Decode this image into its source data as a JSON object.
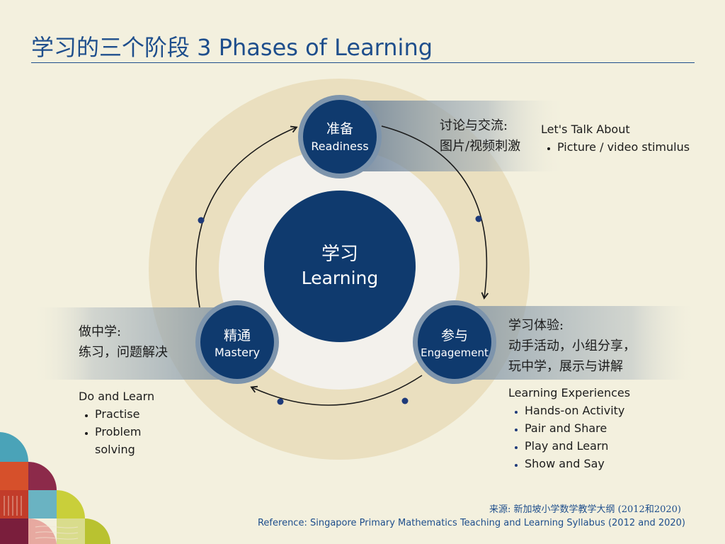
{
  "title": "学习的三个阶段  3 Phases of Learning",
  "center": {
    "cn": "学习",
    "en": "Learning"
  },
  "phases": {
    "readiness": {
      "cn": "准备",
      "en": "Readiness",
      "panel_cn": [
        "讨论与交流:",
        "图片/视频刺激"
      ],
      "panel_en_title": "Let's Talk About",
      "panel_en_items": [
        "Picture / video stimulus"
      ]
    },
    "engagement": {
      "cn": "参与",
      "en": "Engagement",
      "panel_cn": [
        "学习体验:",
        "动手活动，小组分享，",
        "玩中学，展示与讲解"
      ],
      "panel_en_title": "Learning Experiences",
      "panel_en_items": [
        "Hands-on Activity",
        "Pair and Share",
        "Play and Learn",
        "Show and Say"
      ]
    },
    "mastery": {
      "cn": "精通",
      "en": "Mastery",
      "panel_cn": [
        "做中学:",
        "练习，问题解决"
      ],
      "panel_en_title": "Do and Learn",
      "panel_en_items": [
        "Practise",
        "Problem solving"
      ]
    }
  },
  "source": {
    "cn": "来源: 新加坡小学数学教学大纲 (2012和2020)",
    "en": "Reference: Singapore Primary Mathematics Teaching and Learning Syllabus (2012 and 2020)"
  },
  "colors": {
    "navy": "#0f3a6e",
    "title_blue": "#1e4e8c",
    "outer_ring": "#eadfbf",
    "background": "#f3f0de"
  }
}
